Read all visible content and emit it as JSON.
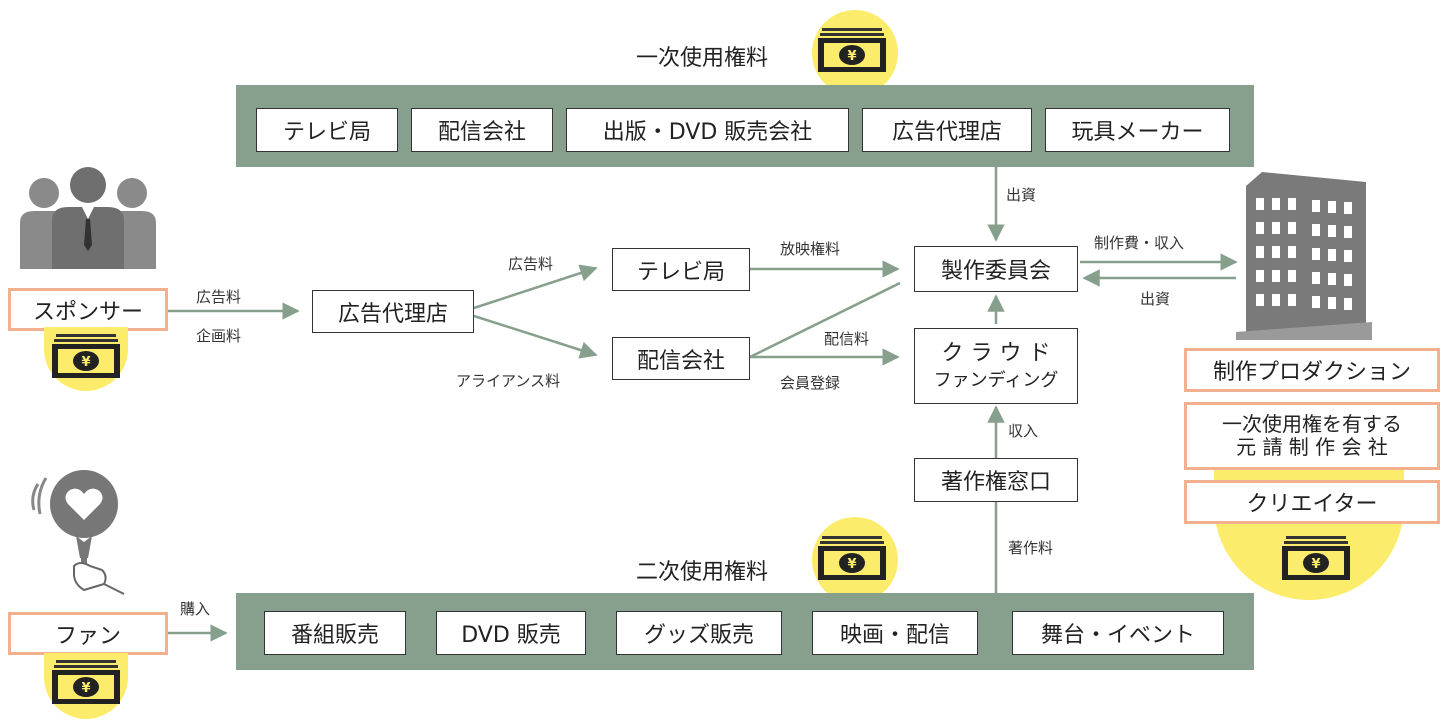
{
  "primary": {
    "title": "一次使用権料",
    "items": [
      "テレビ局",
      "配信会社",
      "出版・DVD 販売会社",
      "広告代理店",
      "玩具メーカー"
    ]
  },
  "secondary": {
    "title": "二次使用権料",
    "items": [
      "番組販売",
      "DVD 販売",
      "グッズ販売",
      "映画・配信",
      "舞台・イベント"
    ]
  },
  "sponsor": {
    "label": "スポンサー"
  },
  "fan": {
    "label": "ファン"
  },
  "nodes": {
    "agency": "広告代理店",
    "tv": "テレビ局",
    "distributor": "配信会社",
    "committee": "製作委員会",
    "crowdfunding_line1": "ク ラ ウ ド",
    "crowdfunding_line2": "ファンディング",
    "copyright": "著作権窓口"
  },
  "producers": {
    "production": "制作プロダクション",
    "prime_line1": "一次使用権を有する",
    "prime_line2": "元 請 制 作 会 社",
    "creator": "クリエイター"
  },
  "edges": {
    "ad_fee": "広告料",
    "planning_fee": "企画料",
    "ad_fee2": "広告料",
    "alliance_fee": "アライアンス料",
    "broadcast_rights": "放映権料",
    "distribution_fee": "配信料",
    "membership": "会員登録",
    "investment_top": "出資",
    "production_cost": "制作費・収入",
    "investment_right": "出資",
    "income": "収入",
    "royalty": "著作料",
    "purchase": "購入"
  },
  "icons": {
    "money": "yen-banknote-icon",
    "sponsor": "business-people-icon",
    "fan": "fan-with-heart-icon",
    "building": "office-building-icon"
  },
  "colors": {
    "band": "#87a08e",
    "accent_border": "#f2b08e",
    "highlight": "#fbec6c",
    "arrow": "#87a08e"
  }
}
